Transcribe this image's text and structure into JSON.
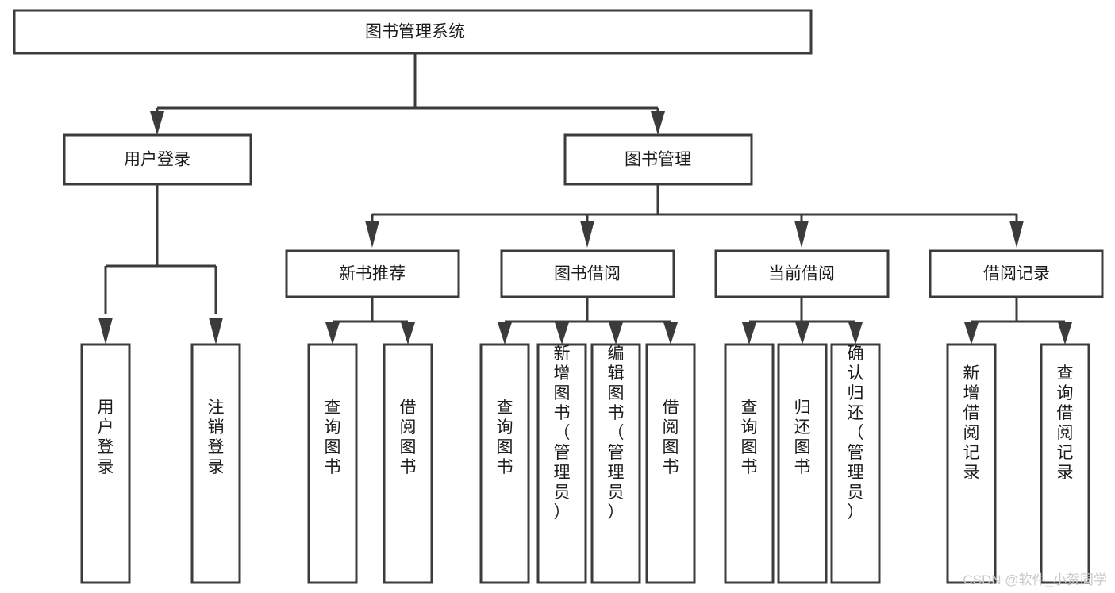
{
  "diagram": {
    "title": "图书管理系统",
    "type": "hierarchy-tree",
    "orientation": "top-down",
    "colors": {
      "stroke": "#3b3b3b",
      "box_fill": "#ffffff",
      "text": "#1c1c1c",
      "background": "#ffffff",
      "watermark": "#c9c9c9"
    },
    "levels": 4,
    "root": {
      "id": "root",
      "label": "图书管理系统",
      "text_orientation": "horizontal"
    },
    "level2": [
      {
        "id": "user-login",
        "label": "用户登录",
        "text_orientation": "horizontal"
      },
      {
        "id": "book-management",
        "label": "图书管理",
        "text_orientation": "horizontal"
      }
    ],
    "level3": [
      {
        "id": "new-book-recommend",
        "label": "新书推荐",
        "text_orientation": "horizontal",
        "parent": "book-management"
      },
      {
        "id": "book-borrow",
        "label": "图书借阅",
        "text_orientation": "horizontal",
        "parent": "book-management"
      },
      {
        "id": "current-borrow",
        "label": "当前借阅",
        "text_orientation": "horizontal",
        "parent": "book-management"
      },
      {
        "id": "borrow-record",
        "label": "借阅记录",
        "text_orientation": "horizontal",
        "parent": "book-management"
      }
    ],
    "leaves": [
      {
        "id": "leaf-user-login",
        "label": "用户登录",
        "text_orientation": "vertical",
        "parent": "user-login"
      },
      {
        "id": "leaf-logout-login",
        "label": "注销登录",
        "text_orientation": "vertical",
        "parent": "user-login"
      },
      {
        "id": "leaf-query-book-1",
        "label": "查询图书",
        "text_orientation": "vertical",
        "parent": "new-book-recommend"
      },
      {
        "id": "leaf-borrow-book-1",
        "label": "借阅图书",
        "text_orientation": "vertical",
        "parent": "new-book-recommend"
      },
      {
        "id": "leaf-query-book-2",
        "label": "查询图书",
        "text_orientation": "vertical",
        "parent": "book-borrow"
      },
      {
        "id": "leaf-add-book-admin",
        "label": "新增图书（管理员）",
        "text_orientation": "vertical",
        "parent": "book-borrow"
      },
      {
        "id": "leaf-edit-book-admin",
        "label": "编辑图书（管理员）",
        "text_orientation": "vertical",
        "parent": "book-borrow"
      },
      {
        "id": "leaf-borrow-book-2",
        "label": "借阅图书",
        "text_orientation": "vertical",
        "parent": "book-borrow"
      },
      {
        "id": "leaf-query-book-3",
        "label": "查询图书",
        "text_orientation": "vertical",
        "parent": "current-borrow"
      },
      {
        "id": "leaf-return-book",
        "label": "归还图书",
        "text_orientation": "vertical",
        "parent": "current-borrow"
      },
      {
        "id": "leaf-confirm-return-admin",
        "label": "确认归还（管理员）",
        "text_orientation": "vertical",
        "parent": "current-borrow"
      },
      {
        "id": "leaf-add-borrow-record",
        "label": "新增借阅记录",
        "text_orientation": "vertical",
        "parent": "borrow-record"
      },
      {
        "id": "leaf-query-borrow-record",
        "label": "查询借阅记录",
        "text_orientation": "vertical",
        "parent": "borrow-record"
      }
    ]
  },
  "watermark": {
    "text": "CSDN @软件_小贺同学"
  }
}
